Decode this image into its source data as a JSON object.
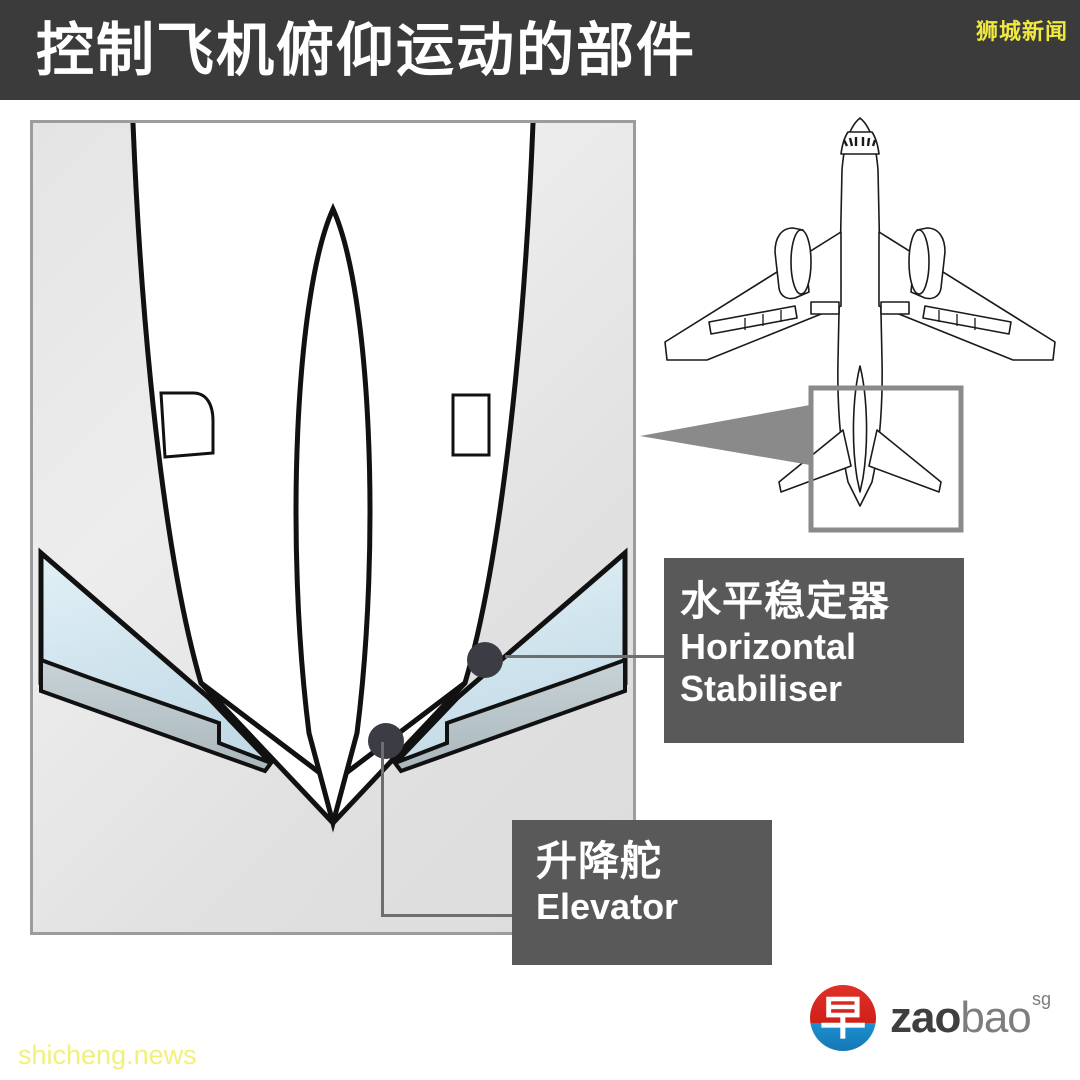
{
  "header": {
    "title": "控制飞机俯仰运动的部件",
    "brand_tag": "狮城新闻",
    "background_color": "#3b3b3b",
    "title_color": "#ffffff",
    "brand_tag_color": "#efe93f"
  },
  "diagram": {
    "panel_name": "aircraft-tail-detail-view",
    "overview_name": "aircraft-top-view-overview",
    "highlight_box_label": "tail-section-highlight",
    "pointer_label": "zoom-pointer-triangle",
    "colors": {
      "panel_background": "#e8e8e8",
      "panel_border": "#9c9c9c",
      "stabiliser_fill": "#d9eaf2",
      "elevator_fill": "#b9c6cb",
      "outline": "#111111",
      "callout_dot": "#3c3c44",
      "leader_line": "#6e6e6e",
      "label_box": "#595959"
    }
  },
  "callouts": [
    {
      "id": "horizontal-stabiliser",
      "cn": "水平稳定器",
      "en_line1": "Horizontal",
      "en_line2": "Stabiliser"
    },
    {
      "id": "elevator",
      "cn": "升降舵",
      "en_line1": "Elevator",
      "en_line2": ""
    }
  ],
  "logo": {
    "mark_character": "早",
    "word_primary": "zao",
    "word_secondary": "bao",
    "superscript": "sg",
    "mark_top_color": "#d92b23",
    "mark_bottom_color": "#1b87c9"
  },
  "watermark": {
    "text": "shicheng.news",
    "color": "#f2f07a"
  }
}
